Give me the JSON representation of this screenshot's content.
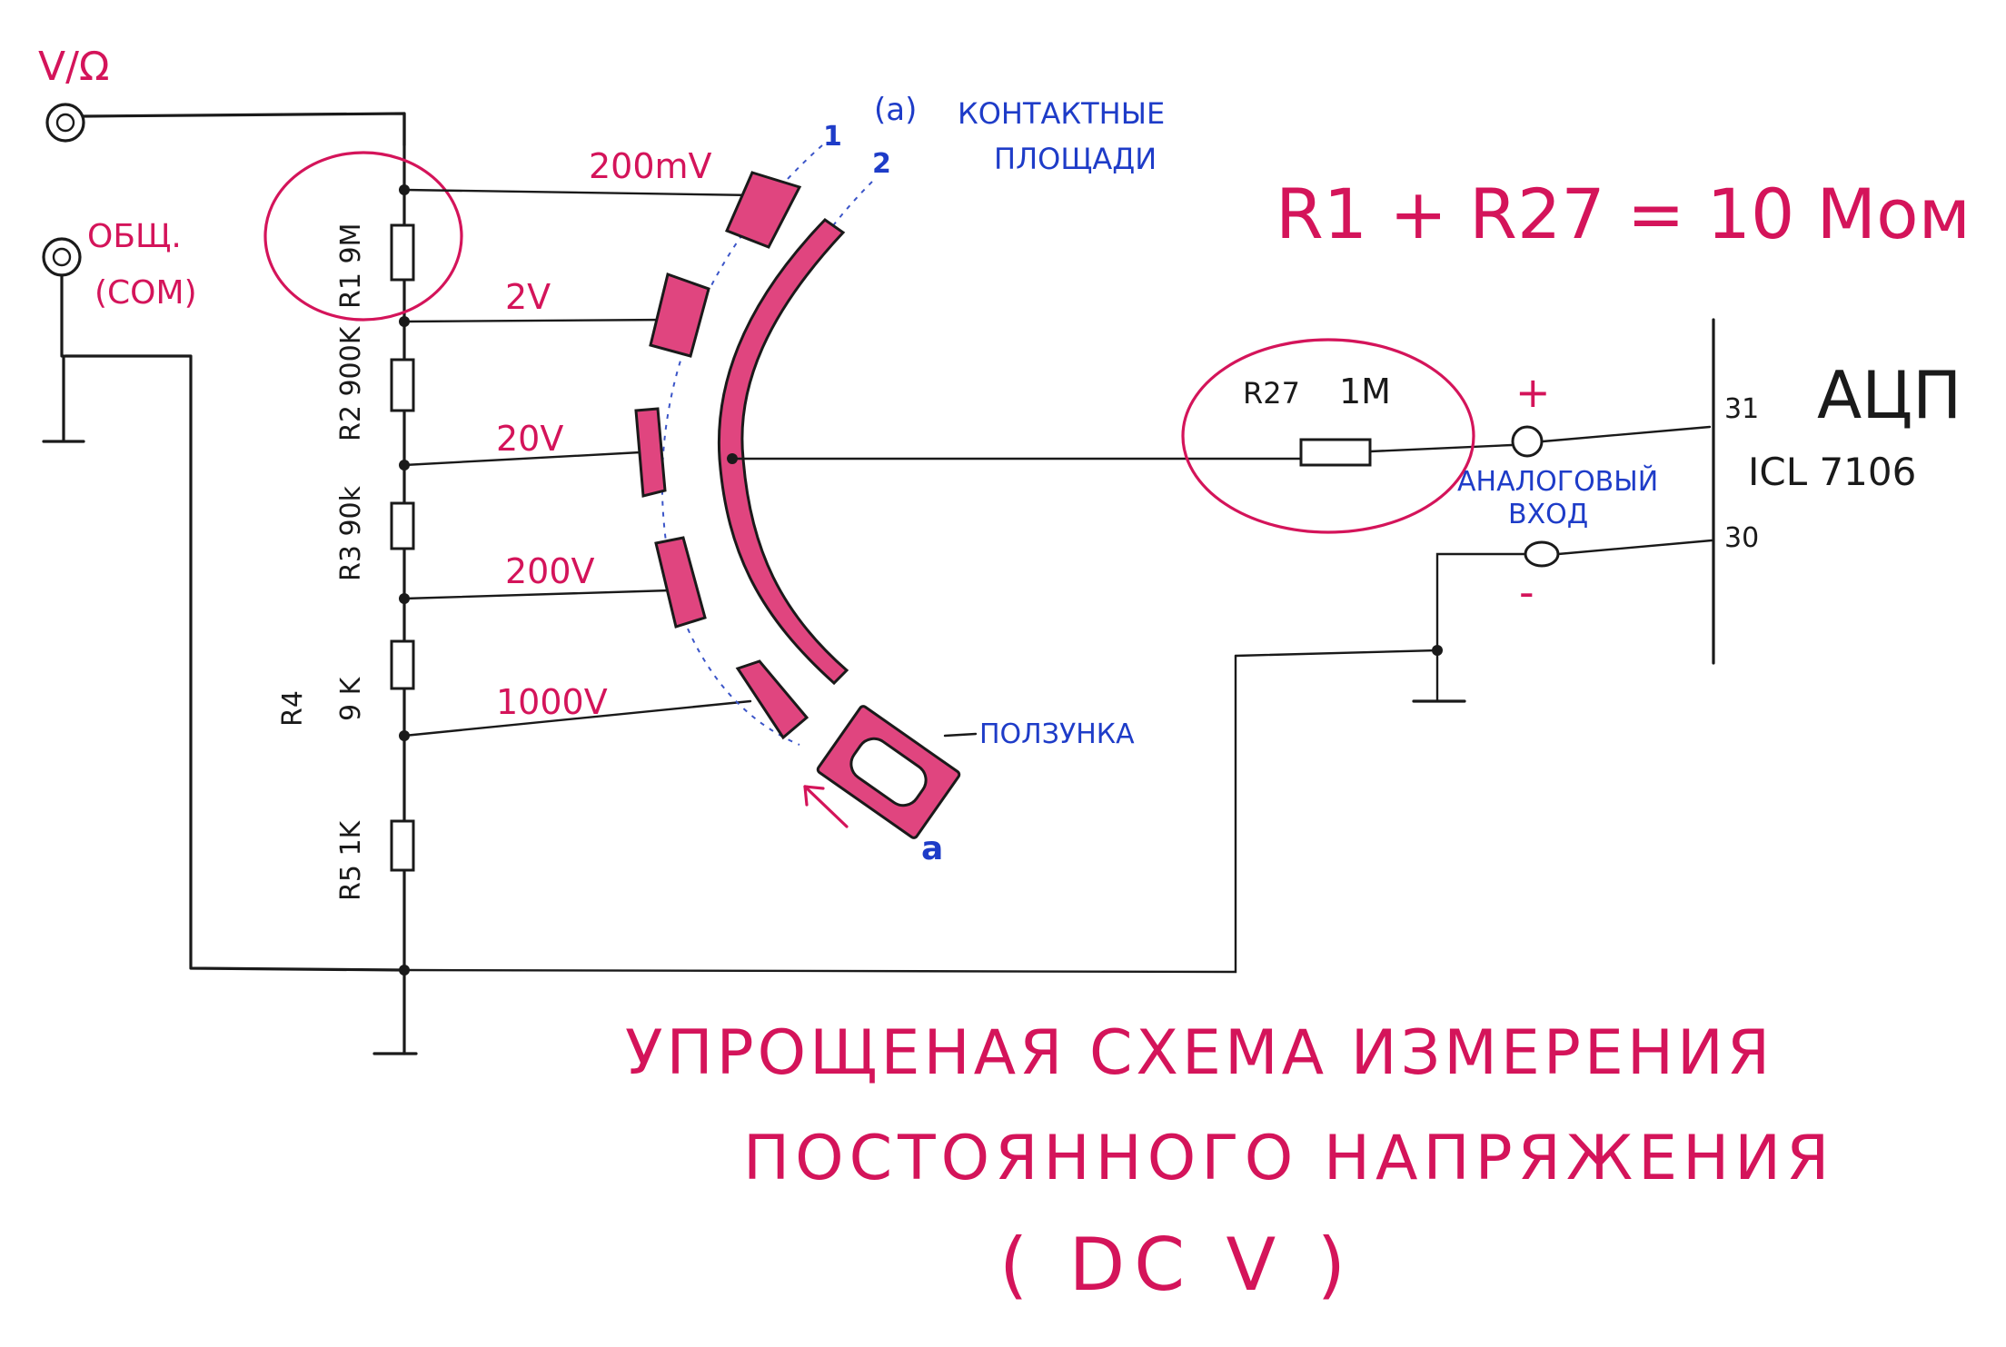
{
  "terminals": {
    "v_ohm": "V/Ω",
    "common": "ОБЩ.",
    "common_en": "(COM)"
  },
  "resistors": {
    "r1": "R1 9M",
    "r2": "R2 900K",
    "r3": "R3 90k",
    "r4_name": "R4",
    "r4_value": "9 K",
    "r5": "R5 1K",
    "r27_name": "R27",
    "r27_value": "1M"
  },
  "ranges": [
    "200mV",
    "2V",
    "20V",
    "200V",
    "1000V"
  ],
  "pads": {
    "label_a": "(a)",
    "title_line1": "КОНТАКТНЫЕ",
    "title_line2": "ПЛОЩАДИ",
    "row1": "1",
    "row2": "2"
  },
  "slider": {
    "label": "ПОЛЗУНКА",
    "letter": "a"
  },
  "adc": {
    "name": "АЦП",
    "chip": "ICL 7106",
    "pin_plus": "31",
    "pin_minus": "30",
    "input_line1": "АНАЛОГОВЫЙ",
    "input_line2": "ВХОД",
    "plus_sign": "+",
    "minus_sign": "-"
  },
  "formula": "R1 + R27 = 10 Мом",
  "caption": {
    "line1": "УПРОЩЕНАЯ СХЕМА ИЗМЕРЕНИЯ",
    "line2": "ПОСТОЯННОГО НАПРЯЖЕНИЯ",
    "line3": "( DC V )"
  },
  "colors": {
    "ink": "#1a1a1a",
    "pink": "#d4145a",
    "pad_fill": "#e0457f",
    "blue": "#1e3cc8"
  }
}
